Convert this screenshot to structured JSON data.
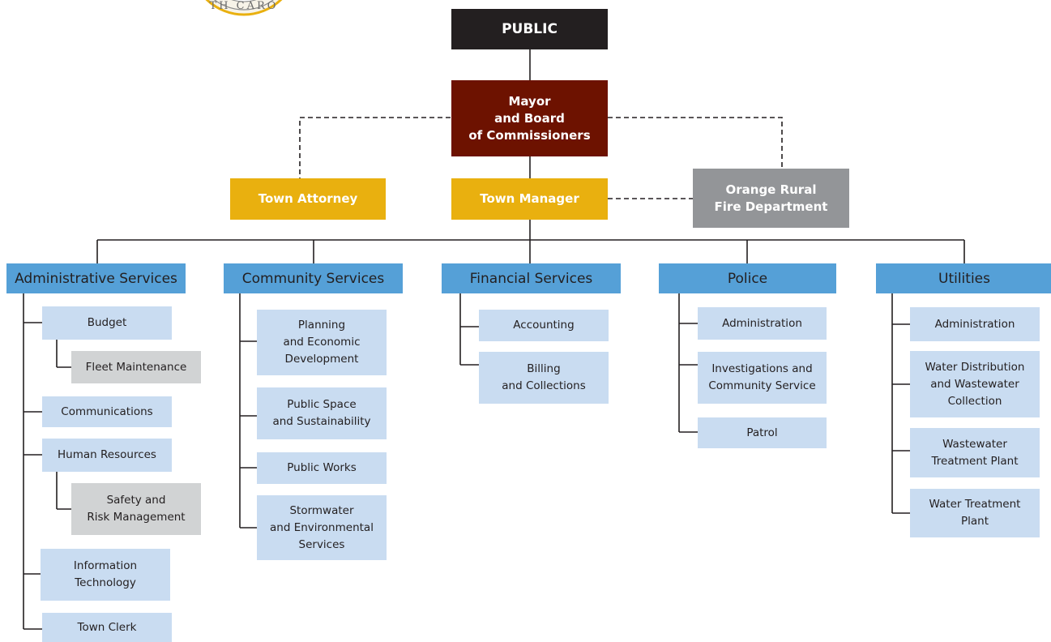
{
  "seal": {
    "text": "TH CARO"
  },
  "top": {
    "public": "PUBLIC",
    "mayor": "Mayor\nand Board\nof Commissioners",
    "town_attorney": "Town Attorney",
    "town_manager": "Town Manager",
    "fire_department": "Orange Rural\nFire Department"
  },
  "departments": {
    "administrative": {
      "label": "Administrative Services",
      "budget": "Budget",
      "fleet": "Fleet Maintenance",
      "communications": "Communications",
      "human_resources": "Human Resources",
      "safety": "Safety and\nRisk Management",
      "it": "Information\nTechnology",
      "town_clerk": "Town Clerk"
    },
    "community": {
      "label": "Community Services",
      "planning": "Planning\nand Economic\nDevelopment",
      "public_space": "Public Space\nand Sustainability",
      "public_works": "Public Works",
      "stormwater": "Stormwater\nand Environmental\nServices"
    },
    "financial": {
      "label": "Financial Services",
      "accounting": "Accounting",
      "billing": "Billing\nand Collections"
    },
    "police": {
      "label": "Police",
      "administration": "Administration",
      "investigations": "Investigations and\nCommunity Service",
      "patrol": "Patrol"
    },
    "utilities": {
      "label": "Utilities",
      "administration": "Administration",
      "water_distribution": "Water Distribution\nand Wastewater\nCollection",
      "wastewater_plant": "Wastewater\nTreatment Plant",
      "water_plant": "Water Treatment\nPlant"
    }
  }
}
